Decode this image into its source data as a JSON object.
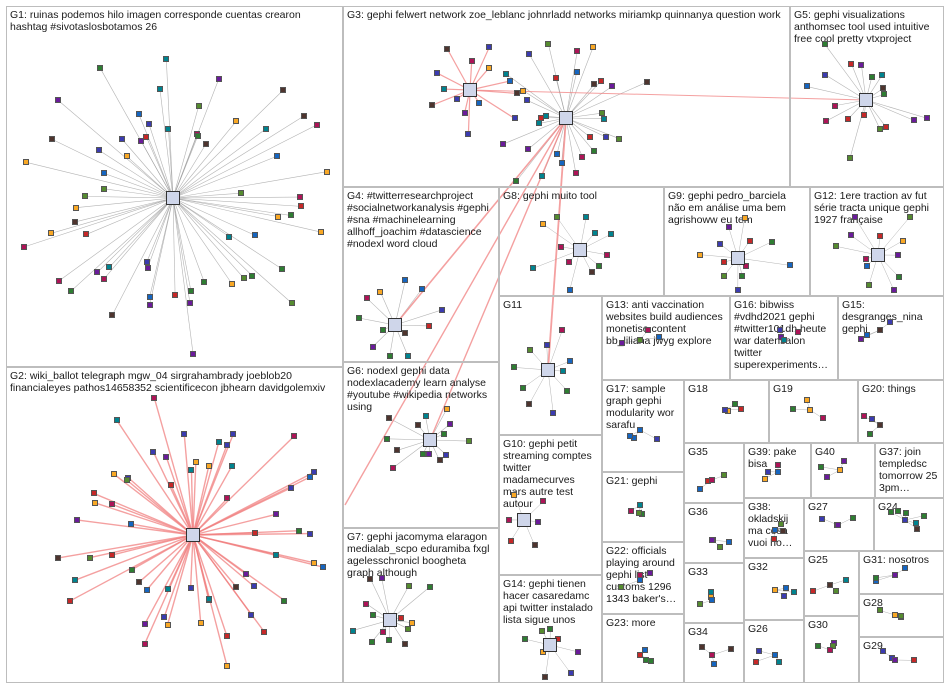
{
  "panels": [
    {
      "id": "G1",
      "label": "G1: ruinas podemos hilo imagen corresponde cuentas crearon hashtag #sivotaslosbotamos 26"
    },
    {
      "id": "G2",
      "label": "G2: wiki_ballot telegraph mgw_04 sirgrahambrady joeblob20 financialeyes pathos14658352 scientificecon jbhearn davidgolemxiv"
    },
    {
      "id": "G3",
      "label": "G3: gephi felwert network zoe_leblanc johnrladd networks miriamkp quinnanya question work"
    },
    {
      "id": "G4",
      "label": "G4: #twitterresearchproject #socialnetworkanalysis #gephi #sna #machinelearning allhoff_joachim #datascience #nodexl word cloud"
    },
    {
      "id": "G5",
      "label": "G5: gephi visualizations anthomsec tool used intuitive free cool pretty vtxproject"
    },
    {
      "id": "G6",
      "label": "G6: nodexl gephi data nodexlacademy learn analyse #youtube #wikipedia networks using"
    },
    {
      "id": "G7",
      "label": "G7: gephi jacomyma elaragon medialab_scpo eduramiba fxgl agelesschronicl boogheta graph although"
    },
    {
      "id": "G8",
      "label": "G8: gephi muito tool"
    },
    {
      "id": "G9",
      "label": "G9: gephi pedro_barciela não em análise uma bem agrishoww eu tem"
    },
    {
      "id": "G10",
      "label": "G10: gephi petit streaming comptes twitter madamecurves mars autre test autour"
    },
    {
      "id": "G11",
      "label": "G11"
    },
    {
      "id": "G12",
      "label": "G12: 1ere traction av fut série tracta unique gephi 1927 française"
    },
    {
      "id": "G13",
      "label": "G13: anti vaccination websites build audiences monetise content bb_liliana jwyg explore"
    },
    {
      "id": "G14",
      "label": "G14: gephi tienen hacer casaredamc api twitter instalado lista sigue unos"
    },
    {
      "id": "G15",
      "label": "G15: desgranges_nina gephi"
    },
    {
      "id": "G16",
      "label": "G16: bibwiss #vdhd2021 gephi #twitter101dh heute war datensalon twitter superexperiments…"
    },
    {
      "id": "G17",
      "label": "G17: sample graph gephi modularity wor sarafu"
    },
    {
      "id": "G18",
      "label": "G18"
    },
    {
      "id": "G19",
      "label": "G19"
    },
    {
      "id": "G20",
      "label": "G20: things"
    },
    {
      "id": "G21",
      "label": "G21: gephi"
    },
    {
      "id": "G22",
      "label": "G22: officials playing around gephi list customs 1296 1343 baker's…"
    },
    {
      "id": "G23",
      "label": "G23: more"
    },
    {
      "id": "G24",
      "label": "G24"
    },
    {
      "id": "G25",
      "label": "G25"
    },
    {
      "id": "G26",
      "label": "G26"
    },
    {
      "id": "G27",
      "label": "G27"
    },
    {
      "id": "G28",
      "label": "G28"
    },
    {
      "id": "G29",
      "label": "G29"
    },
    {
      "id": "G30",
      "label": "G30"
    },
    {
      "id": "G31",
      "label": "G31: nosotros"
    },
    {
      "id": "G32",
      "label": "G32"
    },
    {
      "id": "G33",
      "label": "G33"
    },
    {
      "id": "G34",
      "label": "G34"
    },
    {
      "id": "G35",
      "label": "G35"
    },
    {
      "id": "G36",
      "label": "G36"
    },
    {
      "id": "G37",
      "label": "G37: join templedsc tomorrow 25 3pm…"
    },
    {
      "id": "G38",
      "label": "G38: okladskij ma cosa vuoi ho…"
    },
    {
      "id": "G39",
      "label": "G39: pake bisa"
    },
    {
      "id": "G40",
      "label": "G40"
    }
  ],
  "colors": {
    "panel_border": "#bdbdbd",
    "edge_gray": "#9a9a9a",
    "edge_red": "#f08080",
    "label_text": "#1a1a1a"
  }
}
